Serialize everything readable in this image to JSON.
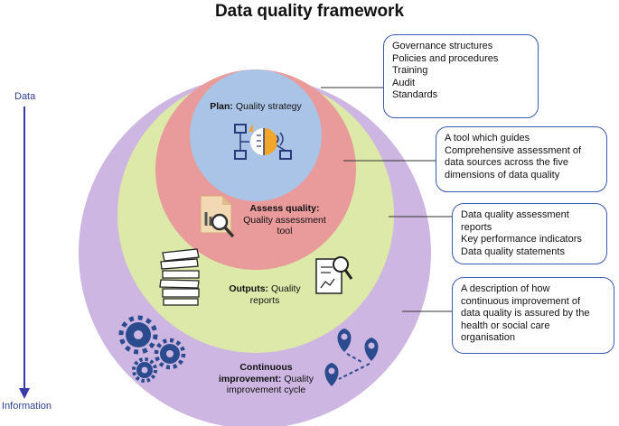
{
  "title": "Data quality framework",
  "axis": {
    "top_label": "Data",
    "bottom_label": "Information"
  },
  "colors": {
    "outer_circle": "#cdb6e2",
    "green_circle": "#dde9a8",
    "red_circle": "#e99a9a",
    "blue_circle": "#a9c4e6",
    "box_border": "#3a59b0",
    "icon_navy": "#2a3a7a",
    "icon_orange": "#f2a62a",
    "arrow": "#3a3aa8"
  },
  "layers": {
    "plan": {
      "bold": "Plan:",
      "text": "Quality strategy"
    },
    "assess": {
      "bold": "Assess quality:",
      "text_line1": "Quality assessment",
      "text_line2": "tool"
    },
    "outputs": {
      "bold": "Outputs:",
      "text_inline": "Quality",
      "text_line2": "reports"
    },
    "continuous": {
      "bold_line1": "Continuous",
      "bold_line2": "improvement:",
      "text_inline": "Quality",
      "text_line3": "improvement cycle"
    }
  },
  "boxes": {
    "plan": [
      "Governance structures",
      "Policies and procedures",
      "Training",
      "Audit",
      "Standards"
    ],
    "assess": [
      "A tool which guides",
      "Comprehensive assessment of",
      "data sources across the five",
      "dimensions of data quality"
    ],
    "outputs": [
      "Data quality assessment",
      "reports",
      "Key performance indicators",
      "Data quality statements"
    ],
    "continuous": [
      "A description of how",
      "continuous improvement of",
      "data quality is assured by the",
      "health or social care",
      "organisation"
    ]
  },
  "icons": [
    "strategy-icon",
    "document-search-icon",
    "paper-stack-icon",
    "report-magnifier-icon",
    "gears-icon",
    "map-route-icon"
  ]
}
